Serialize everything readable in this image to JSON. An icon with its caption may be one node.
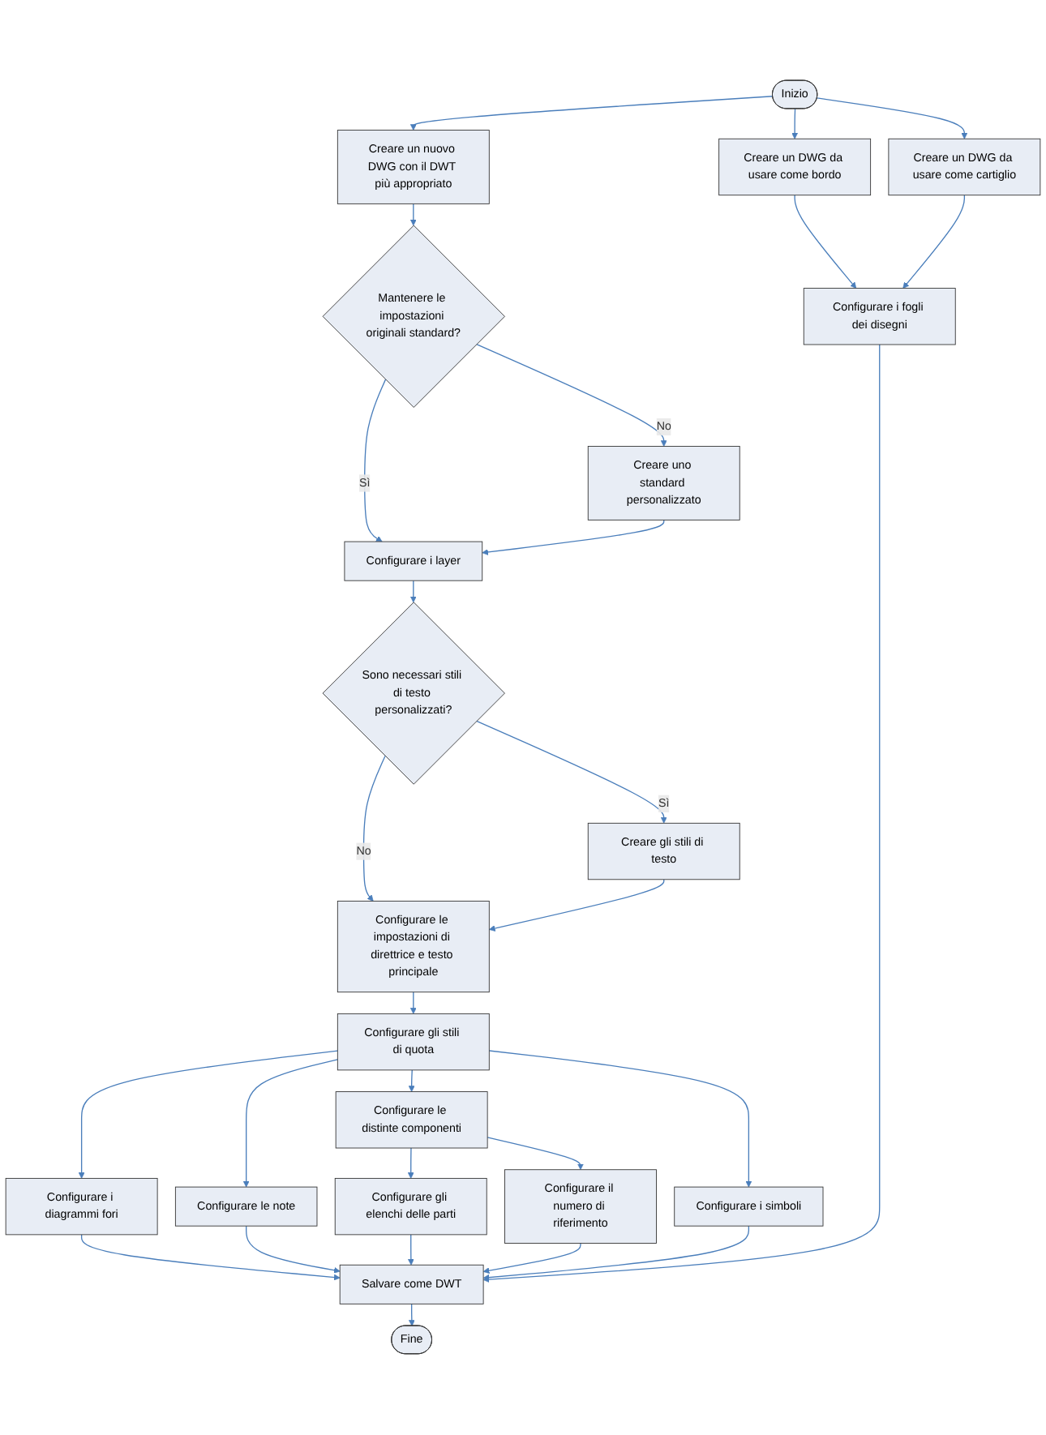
{
  "diagram": {
    "nodes": [
      {
        "text": [
          "Inizio"
        ]
      },
      {
        "text": [
          "Creare un nuovo DWG con il DWT più appropriato"
        ]
      },
      {
        "text": [
          "Mantenere le impostazioni originali standard?"
        ]
      },
      {
        "text": [
          "Creare uno standard personalizzato"
        ]
      },
      {
        "text": [
          "Configurare i layer"
        ]
      },
      {
        "text": [
          "Sono necessari stili di testo personalizzati?"
        ]
      },
      {
        "text": [
          "Creare gli stili di testo"
        ]
      },
      {
        "text": [
          "Configurare le impostazioni di direttrice e testo principale"
        ]
      },
      {
        "text": [
          "Configurare gli stili di quota"
        ]
      },
      {
        "text": [
          "Configurare i diagrammi fori"
        ]
      },
      {
        "text": [
          "Configurare le note"
        ]
      },
      {
        "text": [
          "Configurare le distinte componenti"
        ]
      },
      {
        "text": [
          "Configurare i simboli"
        ]
      },
      {
        "text": [
          "Configurare gli elenchi delle parti"
        ]
      },
      {
        "text": [
          "Configurare il numero di riferimento"
        ]
      },
      {
        "text": [
          "Salvare come DWT"
        ]
      },
      {
        "text": [
          "Fine"
        ]
      },
      {
        "text": [
          "Creare un DWG da usare come bordo"
        ]
      },
      {
        "text": [
          "Creare un DWG da usare come cartiglio"
        ]
      },
      {
        "text": [
          "Configurare i fogli dei disegni"
        ]
      }
    ],
    "edges": [
      {
        "from": 0,
        "to": 1,
        "arrow": "to"
      },
      {
        "from": 1,
        "to": 2,
        "arrow": "to"
      },
      {
        "from": 2,
        "to": 3,
        "arrow": "to",
        "label": "No"
      },
      {
        "from": 2,
        "to": 4,
        "arrow": "to",
        "label": "Sì"
      },
      {
        "from": 3,
        "to": 4,
        "arrow": "to"
      },
      {
        "from": 4,
        "to": 5,
        "arrow": "to"
      },
      {
        "from": 5,
        "to": 6,
        "arrow": "to",
        "label": "Sì"
      },
      {
        "from": 5,
        "to": 7,
        "arrow": "to",
        "label": "No"
      },
      {
        "from": 6,
        "to": 7,
        "arrow": "to"
      },
      {
        "from": 7,
        "to": 8,
        "arrow": "to"
      },
      {
        "from": 8,
        "to": 9,
        "arrow": "to"
      },
      {
        "from": 8,
        "to": 10,
        "arrow": "to"
      },
      {
        "from": 8,
        "to": 11,
        "arrow": "to"
      },
      {
        "from": 8,
        "to": 12,
        "arrow": "to"
      },
      {
        "from": 11,
        "to": 13,
        "arrow": "to"
      },
      {
        "from": 11,
        "to": 14,
        "arrow": "to"
      },
      {
        "from": 9,
        "to": 15,
        "arrow": "to"
      },
      {
        "from": 10,
        "to": 15,
        "arrow": "to"
      },
      {
        "from": 13,
        "to": 15,
        "arrow": "to"
      },
      {
        "from": 14,
        "to": 15,
        "arrow": "to"
      },
      {
        "from": 12,
        "to": 15,
        "arrow": "to"
      },
      {
        "from": 19,
        "to": 15,
        "arrow": "to"
      },
      {
        "from": 15,
        "to": 16,
        "arrow": "to"
      },
      {
        "from": 0,
        "to": 17,
        "arrow": "to"
      },
      {
        "from": 0,
        "to": 18,
        "arrow": "to"
      },
      {
        "from": 17,
        "to": 19,
        "arrow": "to"
      },
      {
        "from": 18,
        "to": 19,
        "arrow": "to"
      }
    ]
  }
}
